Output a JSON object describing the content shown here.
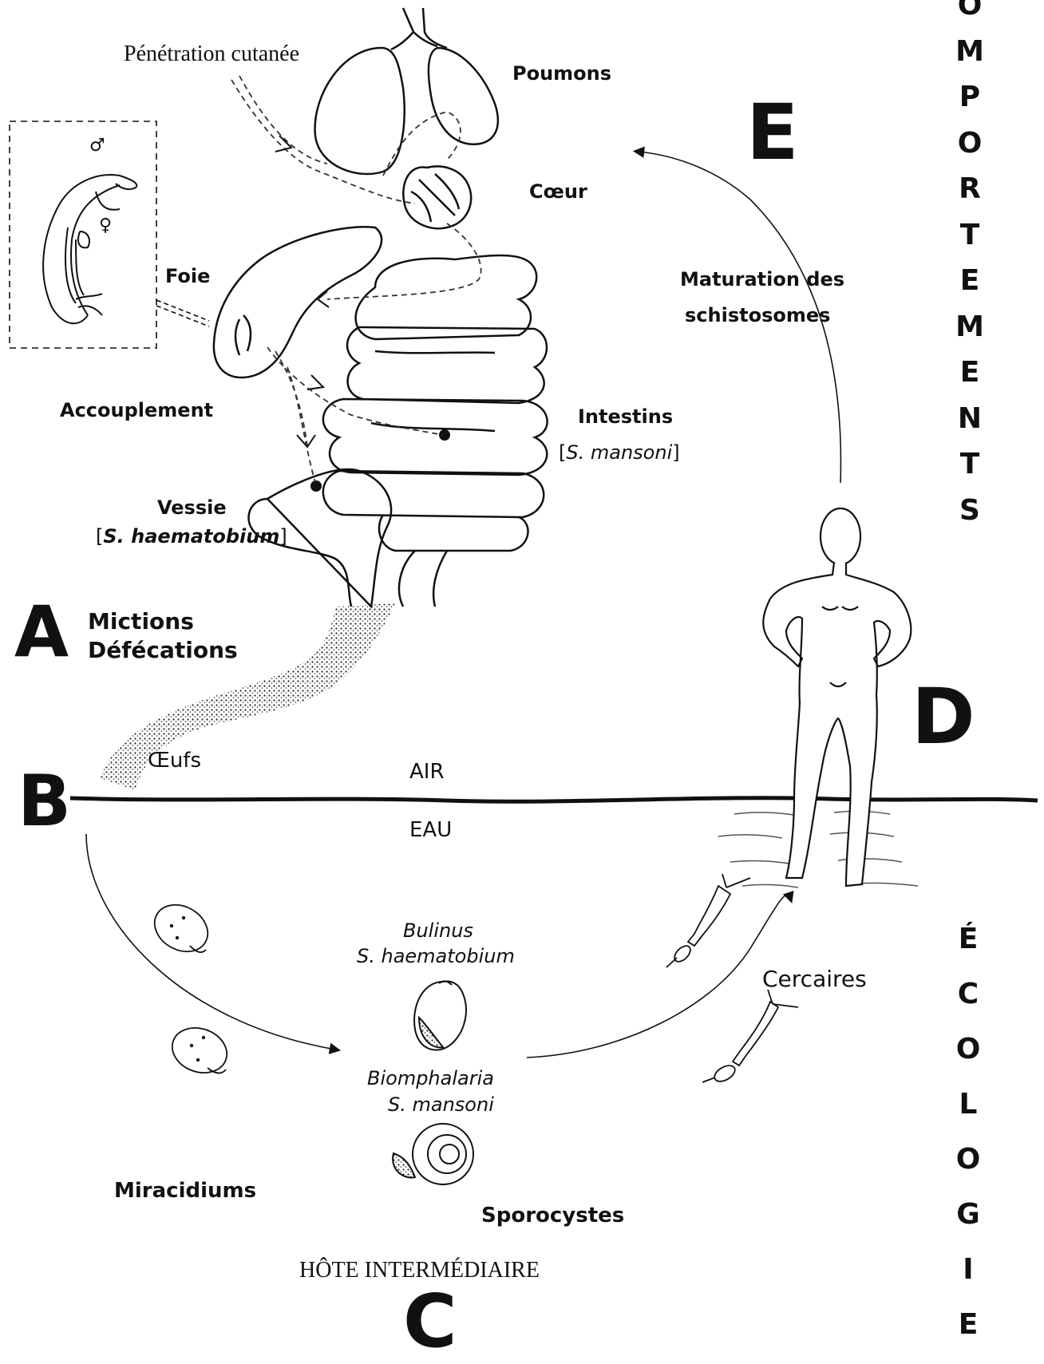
{
  "labels": {
    "penetration": "Pénétration cutanée",
    "poumons": "Poumons",
    "coeur": "Cœur",
    "foie": "Foie",
    "accouplement": "Accouplement",
    "intestins": "Intestins",
    "intestins_species": "S. mansoni",
    "vessie": "Vessie",
    "vessie_species": "S. haematobium",
    "mictions": "Mictions",
    "defecations": "Défécations",
    "oeufs": "Œufs",
    "air": "AIR",
    "eau": "EAU",
    "maturation_1": "Maturation des",
    "maturation_2": "schistosomes",
    "bulinus": "Bulinus",
    "bulinus_species": "S. haematobium",
    "biomphalaria": "Biomphalaria",
    "biomphalaria_species": "S. mansoni",
    "cercaires": "Cercaires",
    "miracidiums": "Miracidiums",
    "sporocystes": "Sporocystes",
    "hote": "HÔTE INTERMÉDIAIRE",
    "male_symbol": "♂",
    "female_symbol": "♀"
  },
  "stages": {
    "a": "A",
    "b": "B",
    "c": "C",
    "d": "D",
    "e": "E"
  },
  "columns": {
    "comportements": [
      "O",
      "M",
      "P",
      "O",
      "R",
      "T",
      "E",
      "M",
      "E",
      "N",
      "T",
      "S"
    ],
    "ecologie": [
      "É",
      "C",
      "O",
      "L",
      "O",
      "G",
      "I",
      "E"
    ]
  }
}
